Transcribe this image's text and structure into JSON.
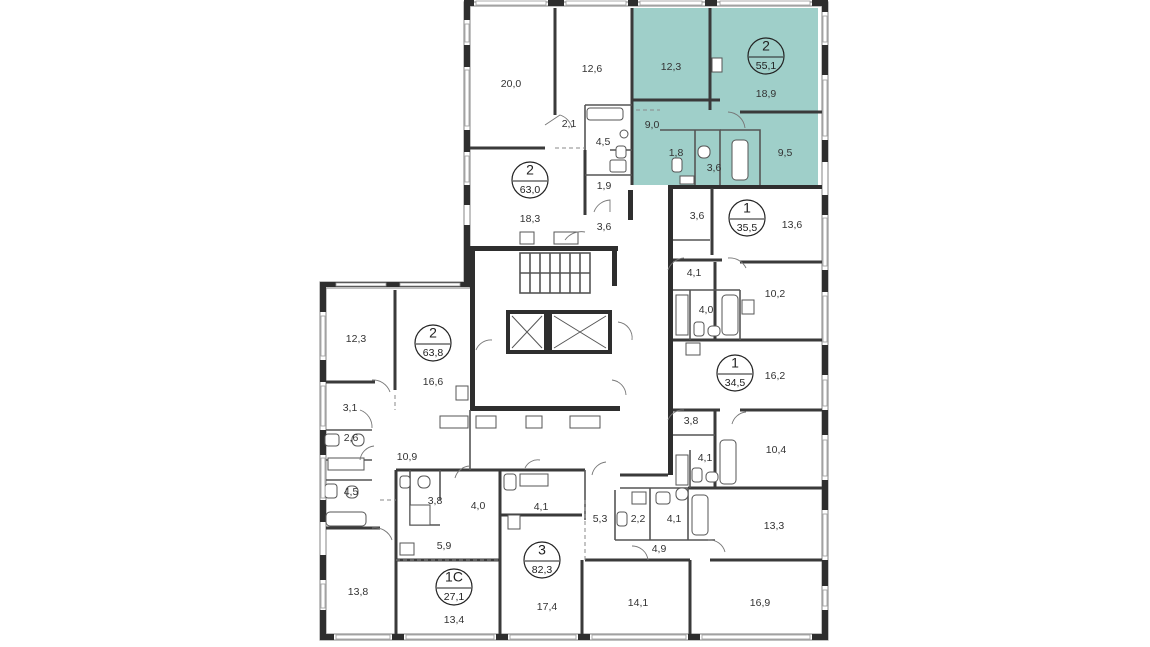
{
  "plan": {
    "highlight_color": "#9fcfc9",
    "apartments": [
      {
        "id": "apt-a",
        "rooms": "2",
        "area": "55,1",
        "highlighted": true
      },
      {
        "id": "apt-b",
        "rooms": "2",
        "area": "63,0",
        "highlighted": false
      },
      {
        "id": "apt-c",
        "rooms": "1",
        "area": "35,5",
        "highlighted": false
      },
      {
        "id": "apt-d",
        "rooms": "1",
        "area": "34,5",
        "highlighted": false
      },
      {
        "id": "apt-e",
        "rooms": "2",
        "area": "63,8",
        "highlighted": false
      },
      {
        "id": "apt-f",
        "rooms": "1С",
        "area": "27,1",
        "highlighted": false
      },
      {
        "id": "apt-g",
        "rooms": "3",
        "area": "82,3",
        "highlighted": false
      }
    ],
    "rooms": [
      "12,3",
      "18,9",
      "9,0",
      "1,8",
      "3,6",
      "9,5",
      "20,0",
      "12,6",
      "2,1",
      "4,5",
      "1,9",
      "18,3",
      "3,6",
      "3,6",
      "13,6",
      "4,1",
      "4,0",
      "10,2",
      "16,2",
      "3,8",
      "4,1",
      "10,4",
      "12,3",
      "16,6",
      "3,1",
      "2,6",
      "10,9",
      "4,5",
      "13,8",
      "3,8",
      "4,0",
      "5,9",
      "13,4",
      "4,1",
      "17,4",
      "5,3",
      "2,2",
      "4,1",
      "4,9",
      "13,3",
      "14,1",
      "16,9"
    ]
  }
}
